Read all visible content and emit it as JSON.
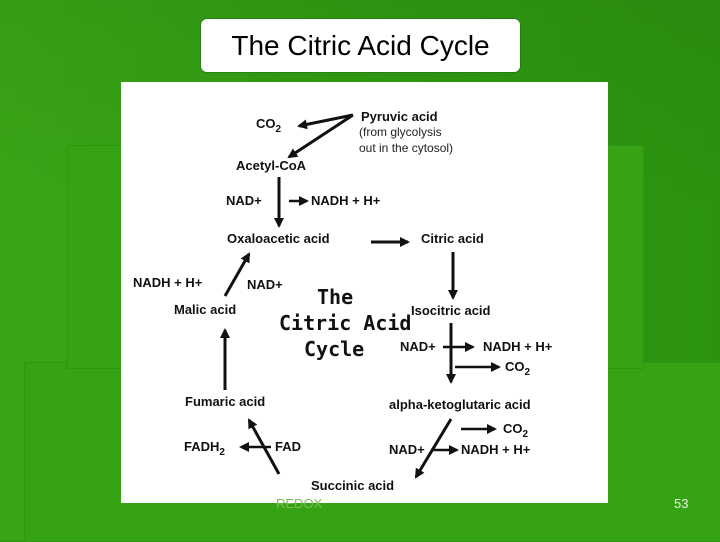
{
  "slide": {
    "title": "The Citric Acid Cycle",
    "footer_left": "REDOX",
    "page_number": "53"
  },
  "diagram": {
    "center_title_line1": "The",
    "center_title_line2": "Citric Acid",
    "center_title_line3": "Cycle",
    "pyruvic": "Pyruvic acid",
    "pyruvic_note1": "(from glycolysis",
    "pyruvic_note2": "out in the cytosol)",
    "co2_top": "CO",
    "acetyl": "Acetyl-CoA",
    "nad_1": "NAD+",
    "nadh_1": "NADH + H+",
    "oxaloacetic": "Oxaloacetic acid",
    "citric": "Citric acid",
    "nadh_left": "NADH + H+",
    "nad_left": "NAD+",
    "malic": "Malic acid",
    "isocitric": "Isocitric acid",
    "nad_right": "NAD+",
    "nadh_right": "NADH + H+",
    "co2_right": "CO",
    "fumaric": "Fumaric acid",
    "alpha": "alpha-ketoglutaric acid",
    "fadh2": "FADH",
    "fad": "FAD",
    "co2_lower": "CO",
    "nad_lower": "NAD+",
    "nadh_lower": "NADH + H+",
    "succinic": "Succinic acid",
    "subscript_2": "2"
  },
  "colors": {
    "background": "#2f9a12",
    "figure_bg": "#ffffff",
    "title_bg": "#ffffff"
  }
}
